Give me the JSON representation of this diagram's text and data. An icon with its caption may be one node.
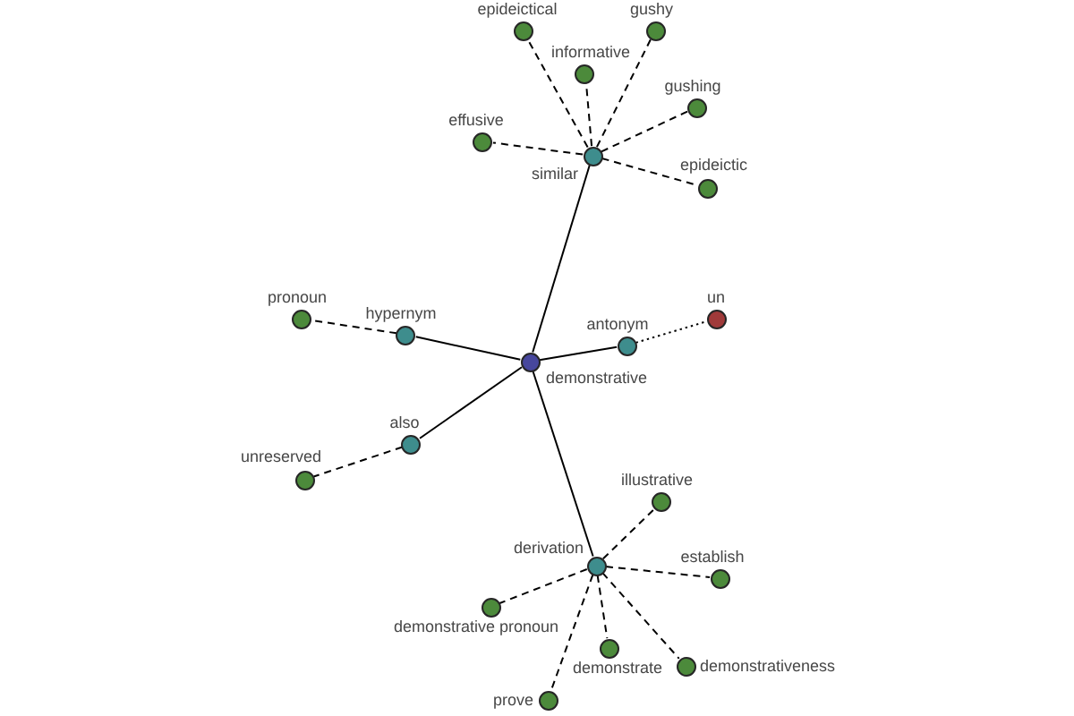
{
  "diagram": {
    "nodes": [
      {
        "text": [
          "epideictical"
        ]
      },
      {
        "text": [
          "gushy"
        ]
      },
      {
        "text": [
          "informative"
        ]
      },
      {
        "text": [
          "gushing"
        ]
      },
      {
        "text": [
          "effusive"
        ]
      },
      {
        "text": [
          "similar"
        ]
      },
      {
        "text": [
          "epideictic"
        ]
      },
      {
        "text": [
          "pronoun"
        ]
      },
      {
        "text": [
          "un"
        ]
      },
      {
        "text": [
          "hypernym"
        ]
      },
      {
        "text": [
          "antonym"
        ]
      },
      {
        "text": [
          "demonstrative"
        ]
      },
      {
        "text": [
          "also"
        ]
      },
      {
        "text": [
          "unreserved"
        ]
      },
      {
        "text": [
          "illustrative"
        ]
      },
      {
        "text": [
          "derivation"
        ]
      },
      {
        "text": [
          "establish"
        ]
      },
      {
        "text": [
          "demonstrative pronoun"
        ]
      },
      {
        "text": [
          "demonstrate"
        ]
      },
      {
        "text": [
          "demonstrativeness"
        ]
      },
      {
        "text": [
          "prove"
        ]
      }
    ],
    "edges": [
      {
        "from": 11,
        "to": 5,
        "arrow": "none"
      },
      {
        "from": 11,
        "to": 10,
        "arrow": "none"
      },
      {
        "from": 11,
        "to": 9,
        "arrow": "none"
      },
      {
        "from": 11,
        "to": 12,
        "arrow": "none"
      },
      {
        "from": 11,
        "to": 15,
        "arrow": "none"
      },
      {
        "from": 5,
        "to": 0,
        "arrow": "none",
        "style": "dashed"
      },
      {
        "from": 5,
        "to": 2,
        "arrow": "none",
        "style": "dashed"
      },
      {
        "from": 5,
        "to": 1,
        "arrow": "none",
        "style": "dashed"
      },
      {
        "from": 5,
        "to": 3,
        "arrow": "none",
        "style": "dashed"
      },
      {
        "from": 5,
        "to": 4,
        "arrow": "none",
        "style": "dashed"
      },
      {
        "from": 5,
        "to": 6,
        "arrow": "none",
        "style": "dashed"
      },
      {
        "from": 9,
        "to": 7,
        "arrow": "none",
        "style": "dashed"
      },
      {
        "from": 10,
        "to": 8,
        "arrow": "none",
        "style": "dashed"
      },
      {
        "from": 12,
        "to": 13,
        "arrow": "none",
        "style": "dashed"
      },
      {
        "from": 15,
        "to": 14,
        "arrow": "none",
        "style": "dashed"
      },
      {
        "from": 15,
        "to": 16,
        "arrow": "none",
        "style": "dashed"
      },
      {
        "from": 15,
        "to": 17,
        "arrow": "none",
        "style": "dashed"
      },
      {
        "from": 15,
        "to": 18,
        "arrow": "none",
        "style": "dashed"
      },
      {
        "from": 15,
        "to": 19,
        "arrow": "none",
        "style": "dashed"
      },
      {
        "from": 15,
        "to": 20,
        "arrow": "none",
        "style": "dashed"
      }
    ]
  }
}
